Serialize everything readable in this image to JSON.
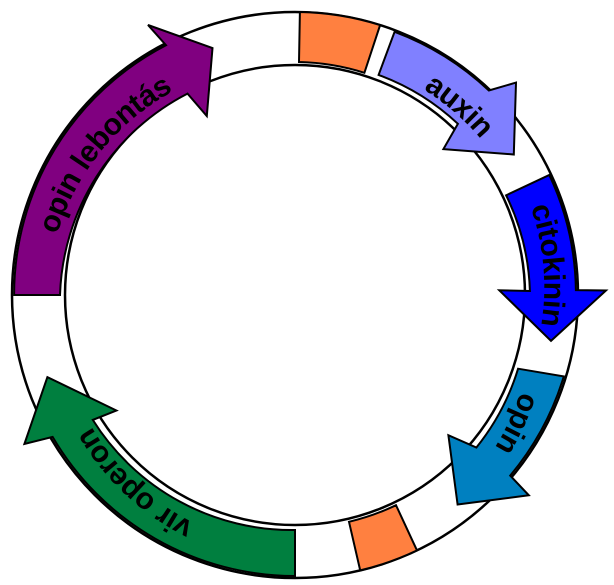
{
  "ring": {
    "fill": "#ffffff",
    "stroke": "#000000"
  },
  "segments": [
    {
      "id": "auxin",
      "kind": "arrow",
      "label": "auxin",
      "color": "#8080ff"
    },
    {
      "id": "citokinin",
      "kind": "arrow",
      "label": "citokinin",
      "color": "#0000ff"
    },
    {
      "id": "opin",
      "kind": "arrow",
      "label": "opin",
      "color": "#0080c0"
    },
    {
      "id": "vir-operon",
      "kind": "arrow",
      "label": "vir operon",
      "color": "#007f3f"
    },
    {
      "id": "opin-lebontas",
      "kind": "arrow",
      "label": "opin lebontás",
      "color": "#800080"
    },
    {
      "id": "border-top",
      "kind": "box",
      "color": "#ff8040"
    },
    {
      "id": "border-bottom",
      "kind": "box",
      "color": "#ff8040"
    }
  ]
}
